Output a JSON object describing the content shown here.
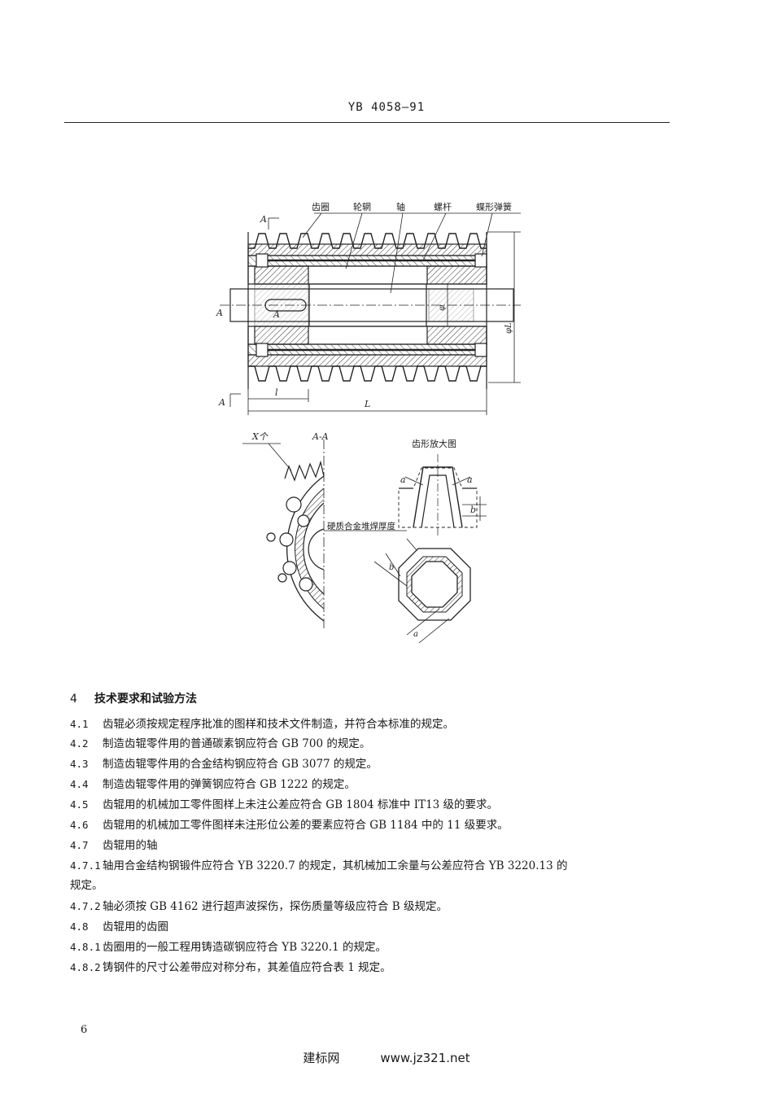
{
  "header": {
    "code": "YB  4058—91"
  },
  "figure": {
    "top_labels": [
      "齿圈",
      "轮辋",
      "轴",
      "螺杆",
      "蝶形弹簧"
    ],
    "section_mark": "A",
    "dim_l": "l",
    "dim_L": "L",
    "dim_d": "φ",
    "dim_dL": "φL",
    "count_label": "X个",
    "section_title": "A-A",
    "tooth_title": "齿形放大图",
    "dim_a": "a",
    "dim_b": "b",
    "weld_label": "硬质合金堆焊厚度"
  },
  "section": {
    "num": "4",
    "title": "技术要求和试验方法"
  },
  "paragraphs": [
    {
      "num": "4.1",
      "text": "齿辊必须按规定程序批准的图样和技术文件制造，并符合本标准的规定。"
    },
    {
      "num": "4.2",
      "text": "制造齿辊零件用的普通碳素钢应符合 GB 700 的规定。"
    },
    {
      "num": "4.3",
      "text": "制造齿辊零件用的合金结构钢应符合 GB 3077 的规定。"
    },
    {
      "num": "4.4",
      "text": "制造齿辊零件用的弹簧钢应符合 GB 1222 的规定。"
    },
    {
      "num": "4.5",
      "text": "齿辊用的机械加工零件图样上未注公差应符合 GB 1804 标准中 IT13 级的要求。"
    },
    {
      "num": "4.6",
      "text": "齿辊用的机械加工零件图样未注形位公差的要素应符合 GB 1184 中的 11 级要求。"
    },
    {
      "num": "4.7",
      "text": "齿辊用的轴"
    },
    {
      "num": "4.7.1",
      "text": "轴用合金结构钢锻件应符合 YB 3220.7 的规定，其机械加工余量与公差应符合 YB 3220.13 的"
    },
    {
      "num": "",
      "text": "规定。"
    },
    {
      "num": "4.7.2",
      "text": "轴必须按 GB 4162 进行超声波探伤，探伤质量等级应符合 B 级规定。"
    },
    {
      "num": "4.8",
      "text": "齿辊用的齿圈"
    },
    {
      "num": "4.8.1",
      "text": "齿圈用的一般工程用铸造碳钢应符合 YB 3220.1 的规定。"
    },
    {
      "num": "4.8.2",
      "text": "铸钢件的尺寸公差带应对称分布，其差值应符合表 1 规定。"
    }
  ],
  "page_number": "6",
  "footer": {
    "site": "建标网",
    "url": "www.jz321.net"
  }
}
